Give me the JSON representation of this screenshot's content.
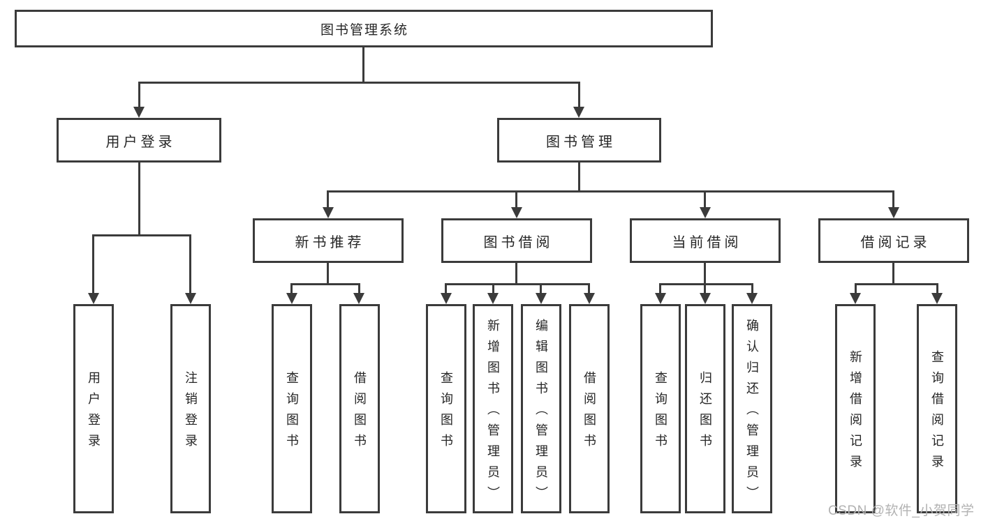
{
  "colors": {
    "line": "#3b3b3b",
    "text": "#262626",
    "background": "#ffffff",
    "watermark": "#b2b2b2"
  },
  "diagram": {
    "title": "图书管理系统",
    "level2": {
      "user_login": "用户登录",
      "book_management": "图书管理"
    },
    "level3": {
      "new_book_recommendation": "新书推荐",
      "book_borrowing": "图书借阅",
      "current_borrowing": "当前借阅",
      "borrowing_records": "借阅记录"
    },
    "leaves": {
      "user_login": "用户登录",
      "logout": "注销登录",
      "nbr_query_books": "查询图书",
      "nbr_borrow_books": "借阅图书",
      "bb_query_books": "查询图书",
      "bb_add_books": "新增图书（管理员）",
      "bb_edit_books": "编辑图书（管理员）",
      "bb_borrow_books": "借阅图书",
      "cb_query_books": "查询图书",
      "cb_return_books": "归还图书",
      "cb_confirm_return": "确认归还（管理员）",
      "br_add_record": "新增借阅记录",
      "br_query_record": "查询借阅记录"
    }
  },
  "watermark": "CSDN @软件_小贺同学"
}
